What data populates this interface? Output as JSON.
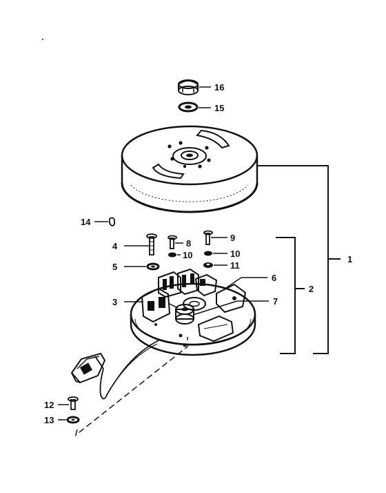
{
  "diagram": {
    "colors": {
      "ink": "#111111",
      "paper": "#ffffff",
      "shade": "#cfcfcf"
    },
    "callouts": {
      "c1": "1",
      "c2": "2",
      "c3": "3",
      "c4": "4",
      "c5": "5",
      "c6": "6",
      "c7": "7",
      "c8": "8",
      "c9": "9",
      "c10a": "10",
      "c10b": "10",
      "c11": "11",
      "c12": "12",
      "c13": "13",
      "c14": "14",
      "c15": "15",
      "c16": "16"
    },
    "parts": [
      "nut",
      "washer",
      "rotor",
      "key",
      "stator-screw",
      "stator-plate",
      "contact-point-set",
      "cam",
      "coupler",
      "plate-screw",
      "plate-washer"
    ]
  }
}
